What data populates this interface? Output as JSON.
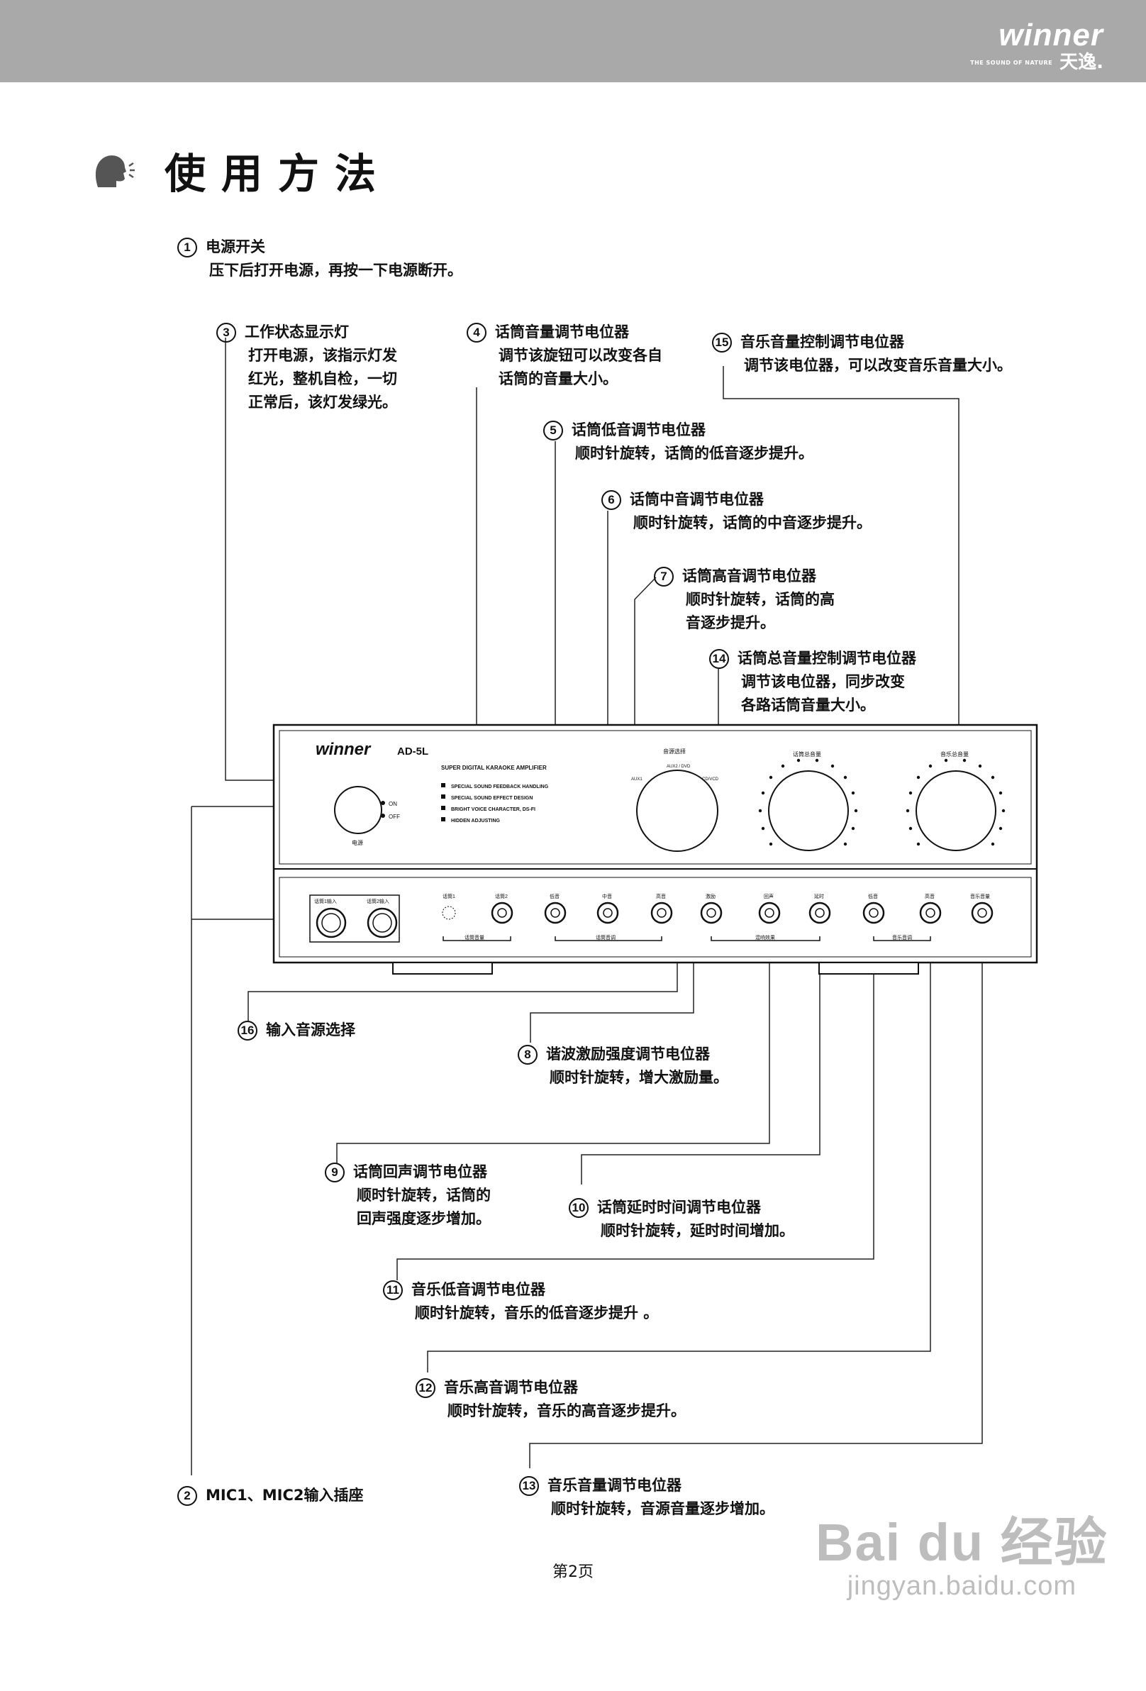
{
  "header": {
    "brand": "winner",
    "brand_tagline": "THE SOUND OF NATURE",
    "brand_cn": "天逸."
  },
  "page_title": "使用方法",
  "callouts": [
    {
      "num": "1",
      "title": "电源开关",
      "body": "压下后打开电源，再按一下电源断开。"
    },
    {
      "num": "3",
      "title": "工作状态显示灯",
      "body": "打开电源，该指示灯发\n红光，整机自检，一切\n正常后，该灯发绿光。"
    },
    {
      "num": "4",
      "title": "话筒音量调节电位器",
      "body": "调节该旋钮可以改变各自\n话筒的音量大小。"
    },
    {
      "num": "15",
      "title": "音乐音量控制调节电位器",
      "body": "调节该电位器，可以改变音乐音量大小。"
    },
    {
      "num": "5",
      "title": "话筒低音调节电位器",
      "body": "顺时针旋转，话筒的低音逐步提升。"
    },
    {
      "num": "6",
      "title": "话筒中音调节电位器",
      "body": "顺时针旋转，话筒的中音逐步提升。"
    },
    {
      "num": "7",
      "title": "话筒高音调节电位器",
      "body": "顺时针旋转，话筒的高\n音逐步提升。"
    },
    {
      "num": "14",
      "title": "话筒总音量控制调节电位器",
      "body": "调节该电位器，同步改变\n各路话筒音量大小。"
    },
    {
      "num": "16",
      "title": "输入音源选择",
      "body": ""
    },
    {
      "num": "8",
      "title": "谐波激励强度调节电位器",
      "body": "顺时针旋转，增大激励量。"
    },
    {
      "num": "9",
      "title": "话筒回声调节电位器",
      "body": "顺时针旋转，话筒的\n回声强度逐步增加。"
    },
    {
      "num": "10",
      "title": "话筒延时时间调节电位器",
      "body": "顺时针旋转，延时时间增加。"
    },
    {
      "num": "11",
      "title": "音乐低音调节电位器",
      "body": "顺时针旋转，音乐的低音逐步提升 。"
    },
    {
      "num": "12",
      "title": "音乐高音调节电位器",
      "body": "顺时针旋转，音乐的高音逐步提升。"
    },
    {
      "num": "13",
      "title": "音乐音量调节电位器",
      "body": "顺时针旋转，音源音量逐步增加。"
    },
    {
      "num": "2",
      "title": "MIC1、MIC2输入插座",
      "body": ""
    }
  ],
  "panel": {
    "brand": "winner",
    "model": "AD-5L",
    "subtitle": "SUPER DIGITAL KARAOKE AMPLIFIER",
    "features": [
      "SPECIAL SOUND FEEDBACK HANDLING",
      "SPECIAL SOUND EFFECT DESIGN",
      "BRIGHT VOICE CHARACTER, DS-FI",
      "HIDDEN ADJUSTING"
    ],
    "power_on": "ON",
    "power_off": "OFF",
    "power_label": "电源",
    "selector_label": "音源选择",
    "selector_left": "AUX1",
    "selector_mid": "AUX2 / DVD",
    "selector_right": "CD/VCD",
    "mic_master_label": "话筒总音量",
    "music_master_label": "音乐总音量",
    "mic1_jack": "话筒1输入",
    "mic2_jack": "话筒2输入",
    "led_label": "话筒1",
    "knob_labels": [
      "话筒2",
      "低音",
      "中音",
      "高音",
      "激励",
      "回声",
      "延时",
      "低音",
      "高音",
      "音乐音量"
    ],
    "group_mic_vol": "话筒音量",
    "group_mic_tone": "话筒音调",
    "group_effect": "混响效果",
    "group_music_tone": "音乐音调"
  },
  "page_number": "第2页",
  "watermark": {
    "logo": "Bai du 经验",
    "url": "jingyan.baidu.com"
  }
}
